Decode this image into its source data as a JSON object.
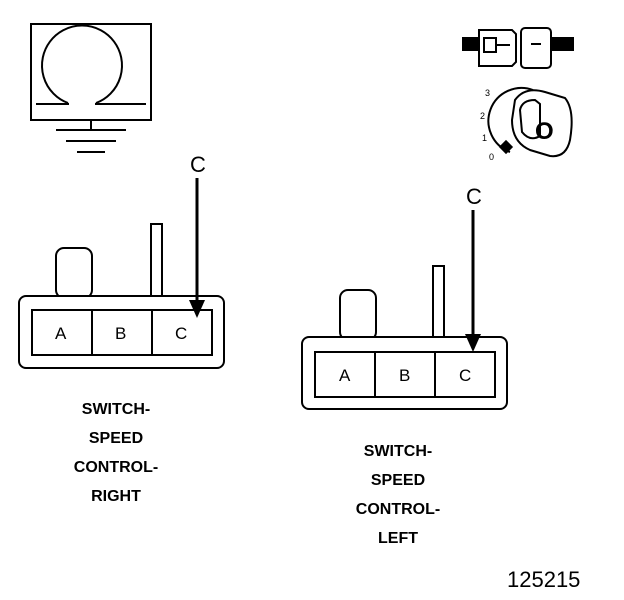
{
  "figure_number": "125215",
  "callout_letter": "C",
  "connectors": {
    "right": {
      "pins": [
        "A",
        "B",
        "C"
      ],
      "caption": [
        "SWITCH-",
        "SPEED",
        "CONTROL-",
        "RIGHT"
      ]
    },
    "left": {
      "pins": [
        "A",
        "B",
        "C"
      ],
      "caption": [
        "SWITCH-",
        "SPEED",
        "CONTROL-",
        "LEFT"
      ]
    }
  },
  "ignition_key": {
    "positions": [
      "3",
      "2",
      "1",
      "0"
    ],
    "key_label": "O"
  },
  "icons": [
    "ground-symbol-icon",
    "connector-plug-icon",
    "ignition-key-icon"
  ]
}
